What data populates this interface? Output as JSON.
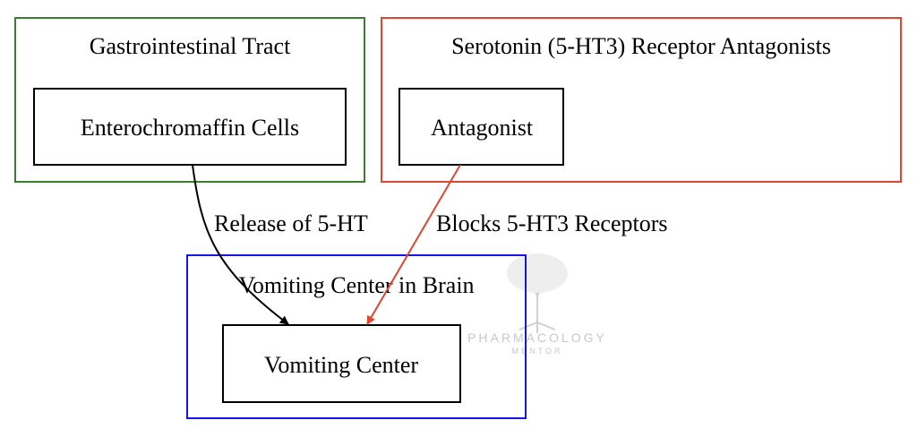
{
  "clusters": {
    "gi": {
      "title": "Gastrointestinal Tract",
      "color": "#3a7d2c"
    },
    "antagonists": {
      "title": "Serotonin (5-HT3) Receptor Antagonists",
      "color": "#e0452f"
    },
    "brain": {
      "title": "Vomiting Center in Brain",
      "color": "#1515e8"
    }
  },
  "nodes": {
    "enterochromaffin": "Enterochromaffin Cells",
    "antagonist": "Antagonist",
    "vomiting_center": "Vomiting Center"
  },
  "edges": {
    "release": {
      "label": "Release of 5-HT",
      "color": "#000000"
    },
    "blocks": {
      "label": "Blocks 5-HT3 Receptors",
      "color": "#e0452f"
    }
  },
  "watermark": {
    "line1": "PHARMACOLOGY",
    "line2": "MENTOR"
  }
}
